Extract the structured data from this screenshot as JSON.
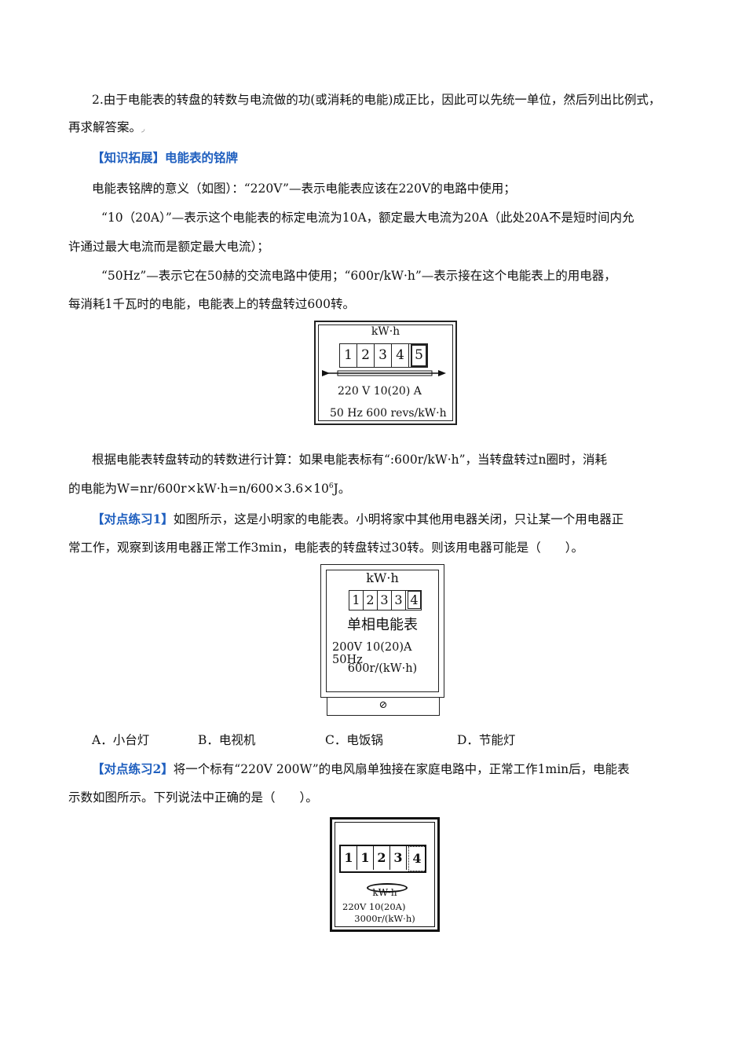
{
  "section2": {
    "line1": "2.由于电能表的转盘的转数与电流做的功(或消耗的电能)成正比，因此可以先统一单位，然后列出比例式，",
    "line2": "再求解答案。"
  },
  "extension": {
    "tag": "【知识拓展】电能表的铭牌",
    "p1": "电能表铭牌的意义（如图）：“220V”—表示电能表应该在220V的电路中使用；",
    "p2_line1": "“10（20A）”—表示这个电能表的标定电流为10A，额定最大电流为20A（此处20A不是短时间内允",
    "p2_line2": "许通过最大电流而是额定最大电流）；",
    "p3_line1": "“50Hz”—表示它在50赫的交流电路中使用；“600r/kW·h”—表示接在这个电能表上的用电器，",
    "p3_line2": "每消耗1千瓦时的电能，电能表上的转盘转过600转。"
  },
  "meter1": {
    "unit": "kW·h",
    "digits": [
      "1",
      "2",
      "3",
      "4"
    ],
    "boxed_digit": "5",
    "spec1": "220 V   10(20) A",
    "spec2": "50 Hz   600 revs/kW·h"
  },
  "calc": {
    "line1": "根据电能表转盘转动的转数进行计算：如果电能表标有“:600r/kW·h”，当转盘转过n圈时，消耗",
    "line2_a": "的电能为W=nr/600r×kW·h=n/600×3.6×10",
    "line2_sup": "6",
    "line2_b": "J。"
  },
  "exercise1": {
    "tag": "【对点练习1】",
    "line1": "如图所示，这是小明家的电能表。小明将家中其他用电器关闭，只让某一个用电器正",
    "line2": "常工作，观察到该用电器正常工作3min，电能表的转盘转过30转。则该用电器可能是（　　）。",
    "options": [
      "A．小台灯",
      "B．电视机",
      "C．电饭锅",
      "D．节能灯"
    ]
  },
  "meter2": {
    "unit": "kW·h",
    "digits": [
      "1",
      "2",
      "3",
      "3"
    ],
    "boxed_digit": "4",
    "name": "单相电能表",
    "spec1": "200V 10(20)A  50Hz",
    "spec2": "600r/(kW·h)",
    "base_symbol": "⊘"
  },
  "exercise2": {
    "tag": "【对点练习2】",
    "line1": "将一个标有“220V 200W”的电风扇单独接在家庭电路中，正常工作1min后，电能表",
    "line2": "示数如图所示。下列说法中正确的是（　　）。"
  },
  "meter3": {
    "digits": [
      "1",
      "1",
      "2",
      "3"
    ],
    "last_digit": "4",
    "unit": "kW·h",
    "spec1": "220V   10(20A)",
    "spec2": "3000r/(kW·h)"
  },
  "colors": {
    "accent": "#1f5fbf"
  }
}
